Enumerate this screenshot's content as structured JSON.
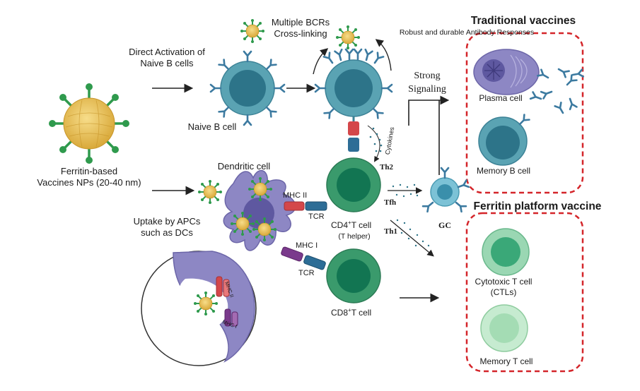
{
  "headings": {
    "traditional": "Traditional vaccines",
    "ferritin_platform": "Ferritin platform vaccine"
  },
  "labels": {
    "ferritin_np_1": "Ferritin-based",
    "ferritin_np_2": "Vaccines NPs (20-40 nm)",
    "direct_activation_1": "Direct Activation of",
    "direct_activation_2": "Naive B cells",
    "naive_b_cell": "Naive B cell",
    "multiple_bcrs_1": "Multiple BCRs",
    "multiple_bcrs_2": "Cross-linking",
    "robust_responses": "Robust and durable Antibody Responses",
    "strong_signaling_1": "Strong",
    "strong_signaling_2": "Signaling",
    "plasma_cell": "Plasma cell",
    "memory_b_cell": "Memory B cell",
    "dendritic_cell": "Dendritic cell",
    "uptake_1": "Uptake by APCs",
    "uptake_2": "such as DCs",
    "mhc2": "MHC II",
    "tcr_top": "TCR",
    "mhc1": "MHC I",
    "tcr_bottom": "TCR",
    "cd4_cell_main": "CD4",
    "cd4_sup": "+",
    "cd4_cell_rest": "T cell",
    "t_helper": "(T helper)",
    "cd8_cell_main": "CD8",
    "cd8_sup": "+",
    "cd8_cell_rest": "T cell",
    "cytokines": "Cytokines",
    "th2": "Th2",
    "tfh": "Tfh",
    "th1": "Th1",
    "gc": "GC",
    "cytotoxic_1": "Cytotoxic T cell",
    "cytotoxic_2": "(CTLs)",
    "memory_t_cell": "Memory T cell",
    "inset_mhc2": "MHC II",
    "inset_mhc1": "MHC I"
  },
  "colors": {
    "dashed_box": "#d4252a",
    "b_cell_outer": "#5aa3b3",
    "b_cell_inner": "#2d7489",
    "t_cell_outer": "#3a9a6c",
    "t_cell_inner": "#127552",
    "dendritic": "#8d87c4",
    "nanoparticle": "#e9c252",
    "spike": "#2f9a4d",
    "antibody": "#3c7aa0"
  }
}
